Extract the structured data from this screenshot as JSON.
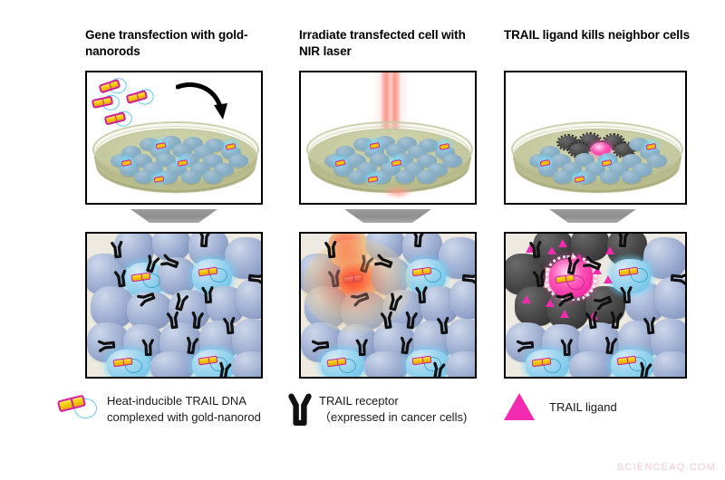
{
  "figure": {
    "watermark": "SCIENCEAQ.COM"
  },
  "columns": [
    {
      "title": "Gene transfection with gold-nanorods",
      "top_panel": {
        "name": "petri-dish-transfection"
      },
      "bottom_panel": {
        "name": "tissue-closeup-transfection"
      }
    },
    {
      "title": "Irradiate transfected cell with NIR laser",
      "top_panel": {
        "name": "petri-dish-irradiation"
      },
      "bottom_panel": {
        "name": "tissue-closeup-heating"
      }
    },
    {
      "title": "TRAIL ligand kills neighbor cells",
      "top_panel": {
        "name": "petri-dish-apoptosis"
      },
      "bottom_panel": {
        "name": "tissue-closeup-apoptosis"
      }
    }
  ],
  "legend": {
    "items": [
      {
        "icon": "gold-nanorod-dna-icon",
        "line1": "Heat-inducible TRAIL DNA",
        "line2": "complexed with gold-nanorod"
      },
      {
        "icon": "trail-receptor-icon",
        "line1": "TRAIL receptor",
        "line2": "（expressed in cancer cells)"
      },
      {
        "icon": "trail-ligand-triangle-icon",
        "line1": "TRAIL ligand",
        "line2": ""
      }
    ]
  },
  "colors": {
    "gold": "#f7cb00",
    "magenta": "#d41fa0",
    "trail_ligand_pink": "#f22bb0",
    "cell_blue": "#8c9ec6",
    "dead_cell_grey": "#393939",
    "nanorod_halo_cyan": "#6ec0e6",
    "medium_olive": "#bfc394",
    "laser_red": "#f6786c",
    "panel_bg": "#eeeae1"
  }
}
